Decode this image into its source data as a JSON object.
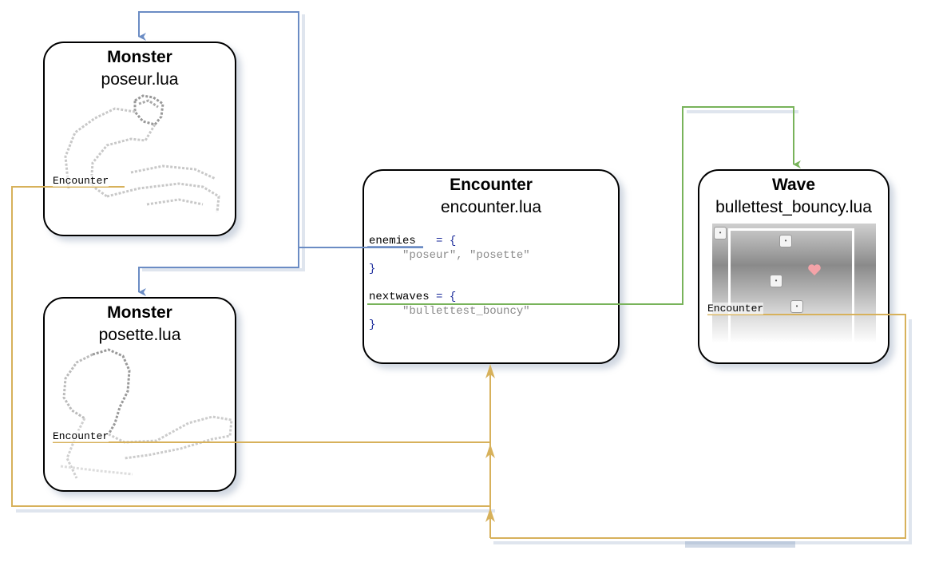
{
  "colors": {
    "blue": "#6b8cc4",
    "green": "#78b35a",
    "gold": "#d7b15b"
  },
  "monster1": {
    "kind": "Monster",
    "file": "poseur.lua",
    "tag": "Encounter"
  },
  "monster2": {
    "kind": "Monster",
    "file": "posette.lua",
    "tag": "Encounter"
  },
  "encounter": {
    "kind": "Encounter",
    "file": "encounter.lua",
    "enemies_key": "enemies",
    "enemies_op": "= {",
    "enemies_values": "\"poseur\", \"posette\"",
    "close1": "}",
    "nextwaves_key": "nextwaves",
    "nextwaves_op": "= {",
    "nextwaves_values": "\"bullettest_bouncy\"",
    "close2": "}"
  },
  "wave": {
    "kind": "Wave",
    "file": "bullettest_bouncy.lua",
    "tag": "Encounter"
  }
}
